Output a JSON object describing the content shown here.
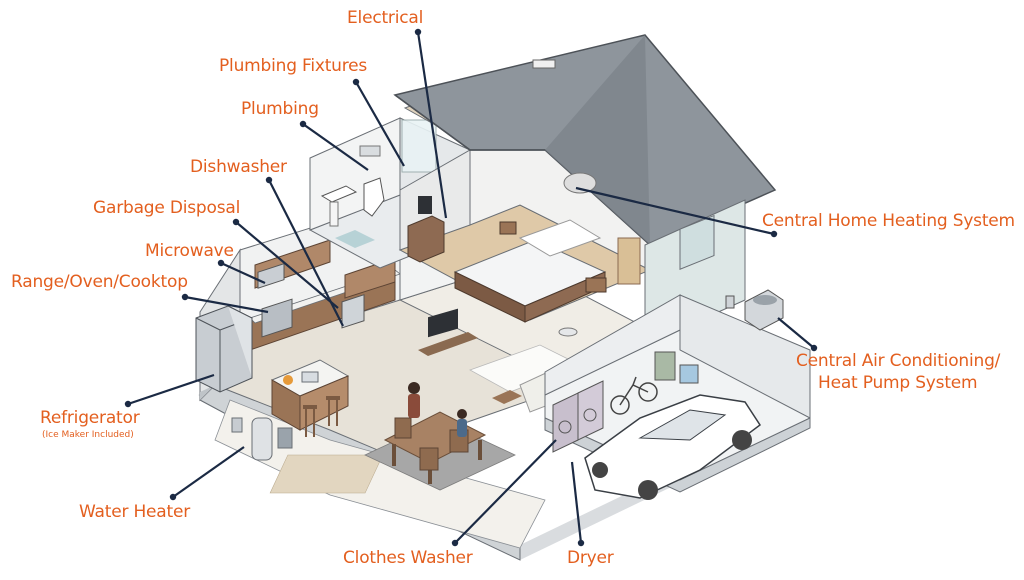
{
  "colors": {
    "label": "#e35f1f",
    "leader": "#1b2a44",
    "roof": "#8e959c",
    "wall": "#eef0f0",
    "floor_wood": "#dcc7a6",
    "floor_tile": "#e6e3dc",
    "outline": "#5a5f66"
  },
  "labels": {
    "electrical": "Electrical",
    "plumbing_fixtures": "Plumbing Fixtures",
    "plumbing": "Plumbing",
    "dishwasher": "Dishwasher",
    "garbage_disposal": "Garbage Disposal",
    "microwave": "Microwave",
    "range_oven_cooktop": "Range/Oven/Cooktop",
    "refrigerator": "Refrigerator",
    "refrigerator_note": "(Ice Maker Included)",
    "water_heater": "Water Heater",
    "central_heating": "Central Home Heating System",
    "central_air_line1": "Central Air Conditioning/",
    "central_air_line2": "Heat Pump System",
    "clothes_washer": "Clothes Washer",
    "dryer": "Dryer"
  }
}
